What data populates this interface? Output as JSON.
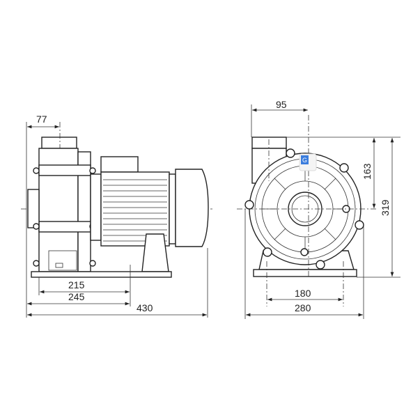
{
  "side_view": {
    "dimensions": {
      "inlet_offset": "77",
      "base_to_foot": "215",
      "front_to_foot": "245",
      "overall_length": "430"
    }
  },
  "front_view": {
    "dimensions": {
      "inlet_offset": "95",
      "center_height_from_top": "163",
      "overall_height": "319",
      "foot_spacing": "180",
      "overall_width": "280"
    }
  },
  "overlay": {
    "translate_badge": "G"
  },
  "colors": {
    "line": "#222222",
    "badge": "#3b7ddd"
  }
}
